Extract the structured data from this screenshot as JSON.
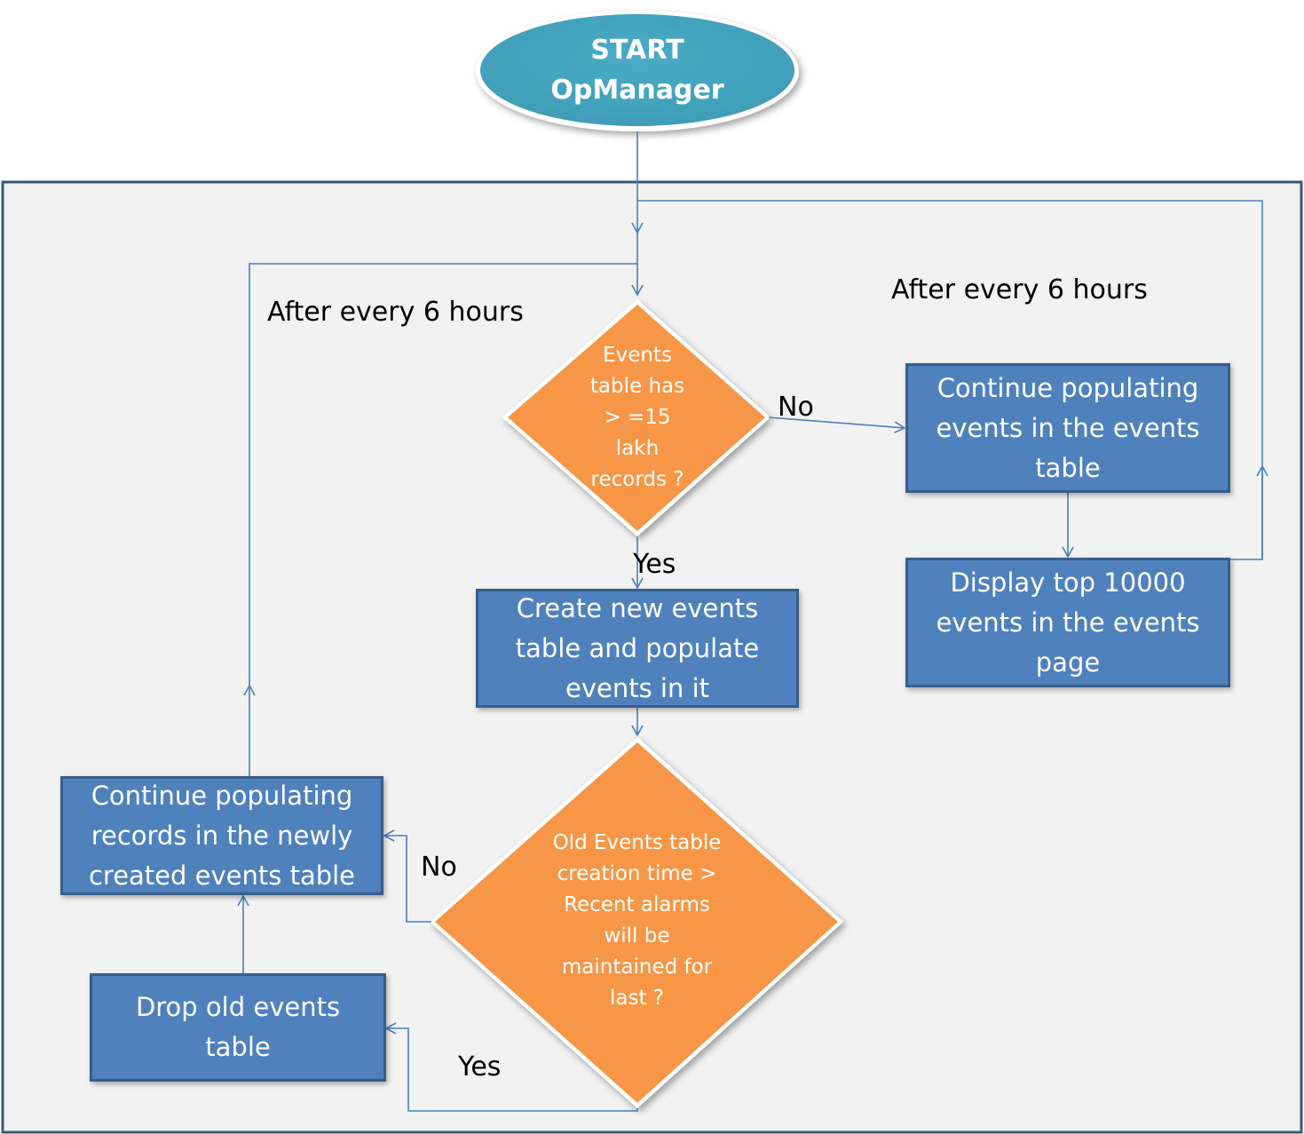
{
  "start": {
    "text": "START\nOpManager"
  },
  "decision_1": {
    "text": "Events\ntable has\n> =15\nlakh\nrecords ?"
  },
  "decision_2": {
    "text": "Old Events table\ncreation time >\nRecent alarms\nwill be\nmaintained for\nlast  ?"
  },
  "boxes": {
    "continue_events": "Continue populating\nevents in the events\ntable",
    "display_top": "Display top 10000\nevents in the events\npage",
    "create_new": "Create new events\ntable and populate\nevents in it",
    "continue_records": "Continue populating\nrecords in the newly\ncreated events table",
    "drop_old": "Drop old events\ntable"
  },
  "labels": {
    "after_left": "After every 6 hours",
    "after_right": "After every 6 hours",
    "no_1": "No",
    "yes_1": "Yes",
    "no_2": "No",
    "yes_2": "Yes"
  },
  "colors": {
    "process_fill": "#4f81bd",
    "process_border": "#385d8a",
    "decision_fill": "#f79646",
    "terminal_fill": "#4bacc6",
    "connector": "#4a7ebb",
    "panel_fill": "#f2f2f2",
    "panel_border": "#3b5a7a"
  }
}
